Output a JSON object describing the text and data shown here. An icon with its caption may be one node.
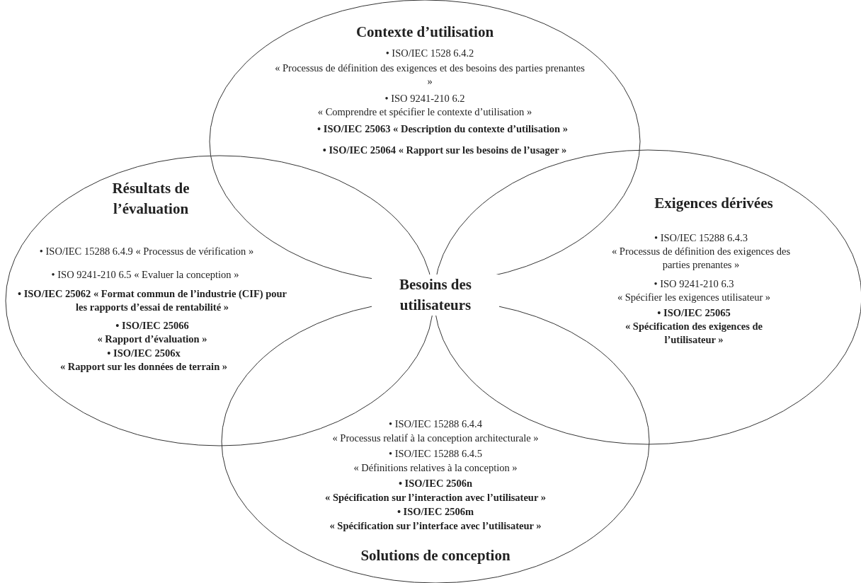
{
  "diagram": {
    "nodes": [
      {
        "text": [
          "Contexte d’utilisation",
          "• ISO/IEC 1528 6.4.2",
          "« Processus de définition des exigences et des besoins des parties prenantes »",
          "• ISO 9241-210 6.2",
          "« Comprendre et spécifier le contexte d’utilisation »",
          "• ISO/IEC 25063 « Description du contexte d’utilisation »",
          "• ISO/IEC 25064 « Rapport sur les besoins de l’usager »"
        ]
      },
      {
        "text": [
          "Résultats de l’évaluation",
          "• ISO/IEC 15288 6.4.9 « Processus de vérification »",
          "• ISO 9241-210 6.5 « Evaluer la conception »",
          "• ISO/IEC 25062 « Format commun de l’industrie (CIF) pour les rapports d’essai de rentabilité »",
          "• ISO/IEC 25066",
          "« Rapport d’évaluation »",
          "• ISO/IEC 2506x",
          "« Rapport sur les données de terrain »"
        ]
      },
      {
        "text": [
          "Exigences dérivées",
          "• ISO/IEC 15288 6.4.3",
          "« Processus de définition des exigences des parties prenantes »",
          "• ISO 9241-210 6.3",
          "« Spécifier les exigences utilisateur »",
          "• ISO/IEC 25065",
          "« Spécification des exigences de l’utilisateur »"
        ]
      },
      {
        "text": [
          "• ISO/IEC 15288 6.4.4",
          "« Processus relatif à la conception architecturale »",
          "• ISO/IEC 15288 6.4.5",
          "« Définitions relatives à la conception »",
          "• ISO/IEC 2506n",
          "« Spécification sur l’interaction avec l’utilisateur »",
          "• ISO/IEC 2506m",
          "« Spécification sur l’interface avec l’utilisateur »",
          "Solutions de conception"
        ]
      }
    ],
    "edges": [],
    "labels": [
      "Besoins des utilisateurs"
    ]
  }
}
